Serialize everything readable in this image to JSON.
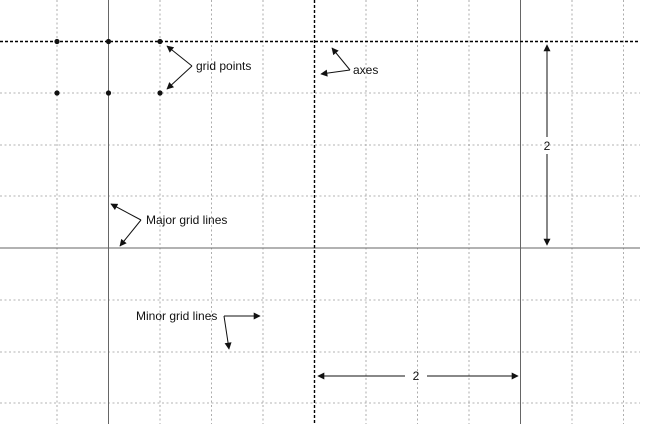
{
  "labels": {
    "grid_points": "grid points",
    "axes": "axes",
    "major_grid_lines": "Major grid lines",
    "minor_grid_lines": "Minor grid lines",
    "vertical_dimension": "2",
    "horizontal_dimension": "2"
  },
  "colors": {
    "minor_line": "#9a9a9a",
    "major_line": "#666666",
    "axis_line": "#000000",
    "ink": "#111111"
  }
}
